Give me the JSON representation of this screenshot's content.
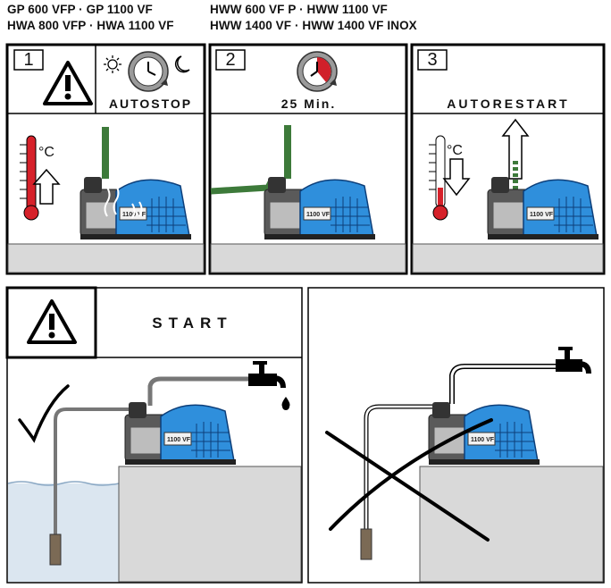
{
  "header": {
    "left_line1": "GP 600 VFP  ·  GP 1100 VF",
    "left_line2": "HWA 800 VFP  ·  HWA 1100 VF",
    "right_line1": "HWW 600 VF P  ·  HWW 1100 VF",
    "right_line2": "HWW 1400 VF  ·  HWW 1400 VF INOX"
  },
  "steps": [
    {
      "number": "1",
      "label": "AUTOSTOP"
    },
    {
      "number": "2",
      "label": "25 Min."
    },
    {
      "number": "3",
      "label": "AUTORESTART"
    }
  ],
  "thermometer_unit": "°C",
  "start_panel": {
    "label": "START"
  },
  "pump_model_text": "1100 VF",
  "icons": [
    "warning-triangle-icon",
    "sun-icon",
    "moon-icon",
    "clock-timer-icon",
    "thermometer-icon",
    "arrow-up-icon",
    "arrow-down-icon",
    "faucet-icon",
    "checkmark-icon",
    "cross-icon",
    "water-drop-icon"
  ],
  "colors": {
    "pump_blue": "#2f8fdc",
    "thermo_red": "#d6212a",
    "timer_red": "#d0202a",
    "floor_gray": "#d9d9d9"
  }
}
